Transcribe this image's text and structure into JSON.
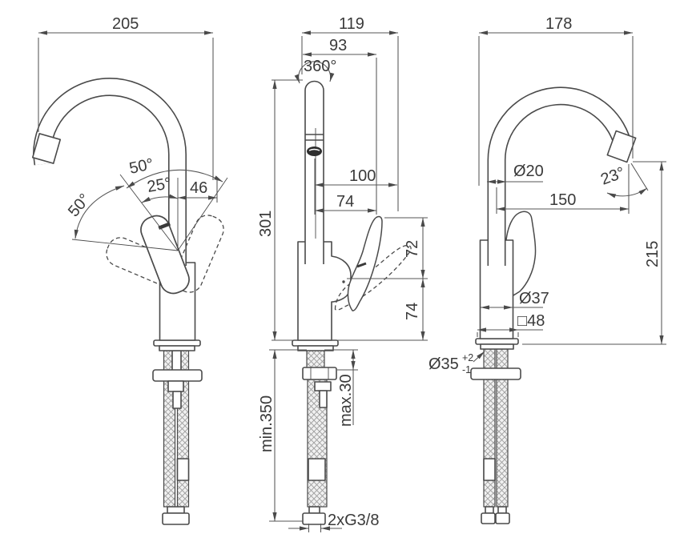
{
  "drawing": {
    "kind": "faucet-installation-dimension-drawing",
    "background": "#ffffff",
    "line_color": "#4a4a4a",
    "text_color": "#3a3a3a"
  },
  "views": {
    "front": {
      "dims": {
        "overall_width": "205",
        "swing_upper": "50°",
        "tilt": "25°",
        "swing_side": "50°",
        "spout_to_edge": "46"
      }
    },
    "side": {
      "dims": {
        "overall_depth": "119",
        "spout_depth": "93",
        "swivel": "360°",
        "reach_total": "100",
        "reach": "74",
        "spout_height": "301",
        "handle_above": "72",
        "handle_below": "74",
        "min_clearance": "min.350",
        "max_deck": "max.30",
        "connection": "2xG3/8"
      }
    },
    "back": {
      "dims": {
        "overall_width": "178",
        "spout_diameter": "Ø20",
        "outlet_angle": "23°",
        "outlet_reach": "150",
        "outlet_height": "215",
        "body_diameter": "Ø37",
        "base_square": "□48",
        "hole_diameter": "Ø35",
        "hole_tol_plus": "+2",
        "hole_tol_minus": "-1"
      }
    }
  }
}
